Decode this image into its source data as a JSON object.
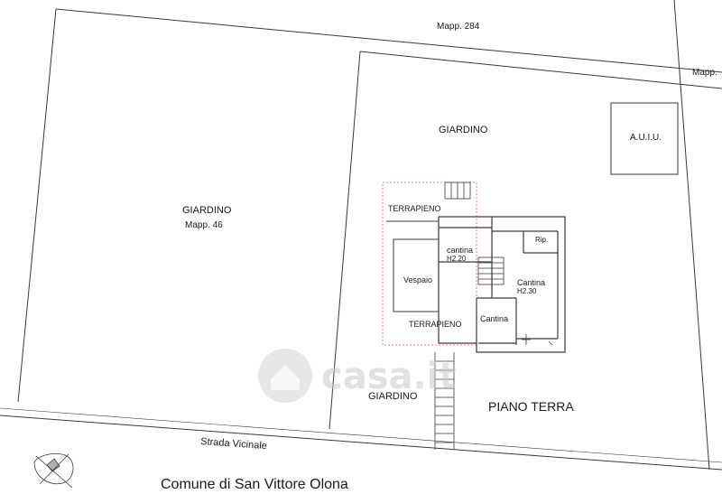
{
  "plan": {
    "mapp_284": "Mapp.  284",
    "mapp_right": "Mapp.",
    "giardino_top": "GIARDINO",
    "auiu": "A.U.I.U.",
    "giardino_left": "GIARDINO",
    "mapp_46": "Mapp. 46",
    "terrapieno_top": "TERRAPIENO",
    "terrapieno_bottom": "TERRAPIENO",
    "vespaio": "Vespaio",
    "cantina_1": "cantina",
    "cantina_1_h": "H2.20",
    "rip": "Rip.",
    "cantina_2": "Cantina",
    "cantina_2_h": "H2.30",
    "cantina_3": "Cantina",
    "giardino_bottom": "GIARDINO",
    "piano_terra": "PIANO TERRA",
    "strada_vicinale": "Strada Vicinale",
    "comune": "Comune di San Vittore Olona"
  },
  "watermark": "casa.it",
  "colors": {
    "line": "#3a3a3a",
    "hatch_red": "#d98a8a",
    "watermark": "#c9c9c9"
  },
  "icons": {
    "north_arrow": "north-arrow-icon",
    "watermark_logo": "house-icon"
  }
}
